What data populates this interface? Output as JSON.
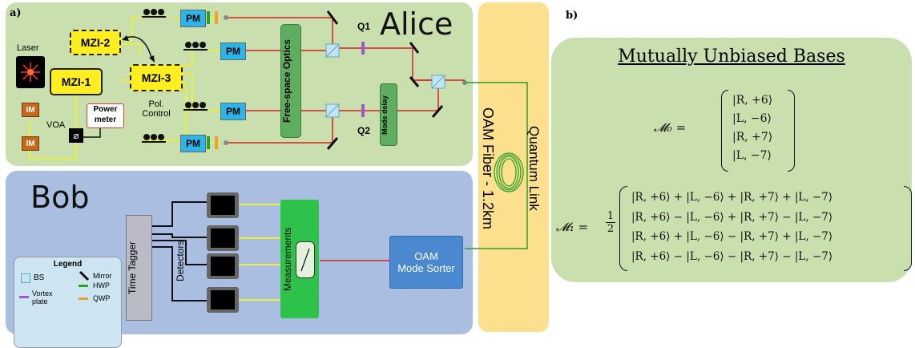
{
  "labels": {
    "panel_a": "a)",
    "panel_b": "b)",
    "alice": "Alice",
    "bob": "Bob",
    "quantum_link": "Quantum Link",
    "fiber": "OAM Fiber - 1.2km",
    "laser": "Laser",
    "im1": "IM",
    "im2": "IM",
    "voa": "VOA",
    "power_meter": [
      "Power",
      "meter"
    ],
    "mzi1": "MZI-1",
    "mzi2": "MZI-2",
    "mzi3": "MZI-3",
    "pol_control": [
      "Pol.",
      "Control"
    ],
    "pm": "PM",
    "free_space": "Free-space Optics",
    "q1": "Q1",
    "q2": "Q2",
    "mode_delay": "Mode delay",
    "time_tagger": "Time Tagger",
    "detectors": "Detectors",
    "measurements": "Measurements",
    "sorter": [
      "OAM",
      "Mode Sorter"
    ]
  },
  "legend": {
    "title": "Legend",
    "bs": "BS",
    "mirror": "Mirror",
    "vortex": [
      "Vortex",
      "plate"
    ],
    "hwp": "HWP",
    "qwp": "QWP"
  },
  "mub": {
    "title": "Mutually Unbiased Bases",
    "m0_lhs": "𝓜₀ =",
    "m0_rows": [
      "|R, +6⟩",
      "|L, −6⟩",
      "|R, +7⟩",
      "|L, −7⟩"
    ],
    "m1_lhs": "𝓜₁ =",
    "half_num": "1",
    "half_den": "2",
    "m1_rows": [
      "|R, +6⟩ + |L, −6⟩ + |R, +7⟩ + |L, −7⟩",
      "|R, +6⟩ − |L, −6⟩ + |R, +7⟩ − |L, −7⟩",
      "|R, +6⟩ + |L, −6⟩ − |R, +7⟩ + |L, −7⟩",
      "|R, +6⟩ − |L, −6⟩ − |R, +7⟩ − |L, −7⟩"
    ]
  },
  "colors": {
    "beam": "#d62020",
    "fiber": "#e8ef40",
    "green_fiber": "#2aa02a",
    "mzi": "#ffef20",
    "pm": "#2bb5e8"
  }
}
